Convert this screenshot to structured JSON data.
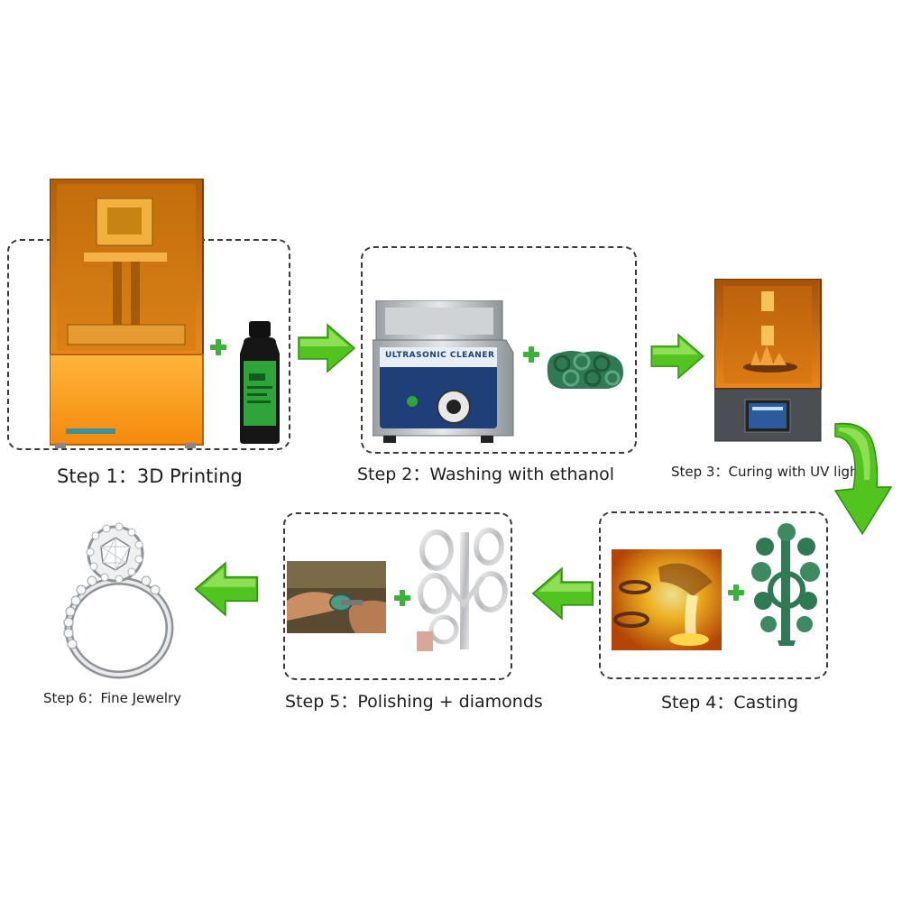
{
  "steps": [
    {
      "label": "Step 1：3D Printing"
    },
    {
      "label": "Step 2：Washing with ethanol"
    },
    {
      "label": "Step 3：Curing with UV light"
    },
    {
      "label": "Step 4：Casting"
    },
    {
      "label": "Step 5：Polishing + diamonds"
    },
    {
      "label": "Step 6：Fine Jewelry"
    }
  ],
  "cleaner_panel_text": "ULTRASONIC CLEANER",
  "colors": {
    "arrow_green": "#52c41f",
    "resin_green": "#2f7a52",
    "printer_orange": "#f59a1d",
    "frame_dash": "#3a3a3a"
  }
}
